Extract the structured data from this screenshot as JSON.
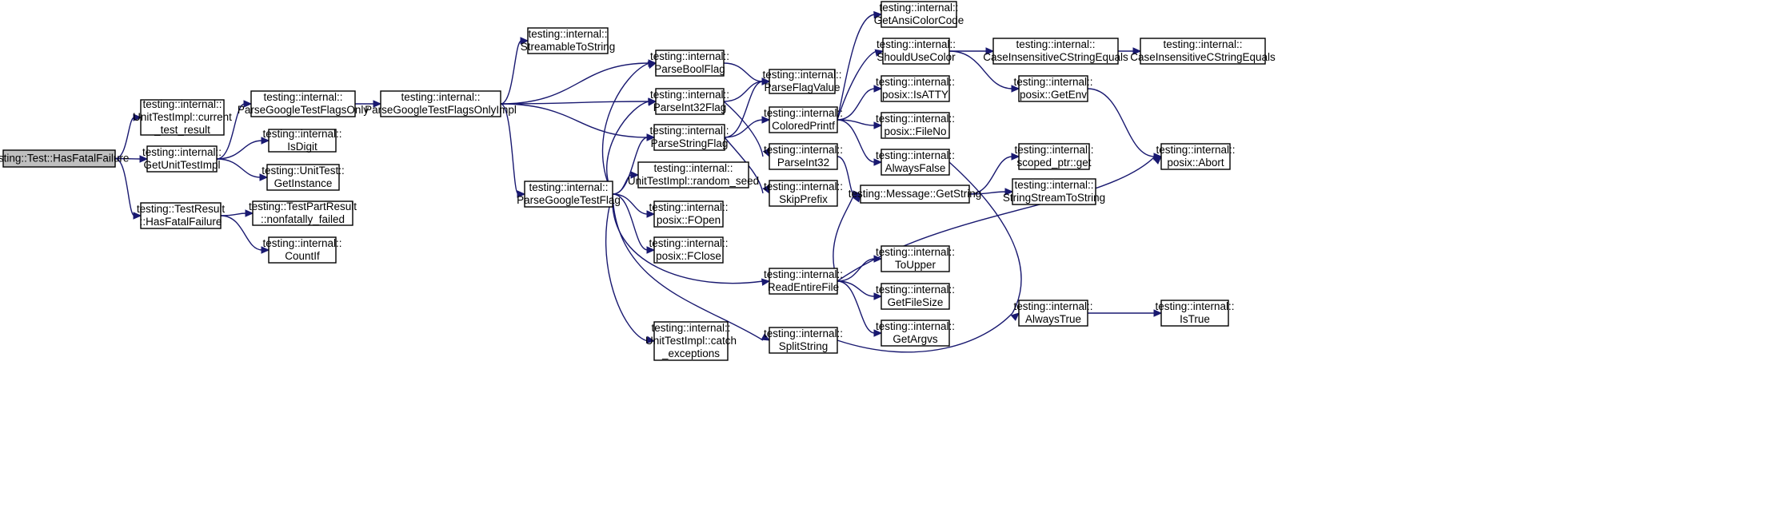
{
  "diagram": {
    "type": "call-graph",
    "colors": {
      "edge": "#191970",
      "root_fill": "#bfbfbf",
      "node_fill": "#ffffff",
      "node_border": "#000000"
    },
    "nodes": [
      {
        "id": "has_fatal_failure",
        "lines": [
          "testing::Test::HasFatalFailure"
        ],
        "root": true
      },
      {
        "id": "current_test_result",
        "lines": [
          "testing::internal::",
          "UnitTestImpl::current",
          "_test_result"
        ]
      },
      {
        "id": "get_unit_test_impl",
        "lines": [
          "testing::internal::",
          "GetUnitTestImpl"
        ]
      },
      {
        "id": "test_result_has_fatal",
        "lines": [
          "testing::TestResult",
          "::HasFatalFailure"
        ]
      },
      {
        "id": "parse_gtest_flags_only",
        "lines": [
          "testing::internal::",
          "ParseGoogleTestFlagsOnly"
        ]
      },
      {
        "id": "is_digit",
        "lines": [
          "testing::internal::",
          "IsDigit"
        ]
      },
      {
        "id": "unit_test_get_instance",
        "lines": [
          "testing::UnitTest::",
          "GetInstance"
        ]
      },
      {
        "id": "nonfatally_failed",
        "lines": [
          "testing::TestPartResult",
          "::nonfatally_failed"
        ]
      },
      {
        "id": "count_if",
        "lines": [
          "testing::internal::",
          "CountIf"
        ]
      },
      {
        "id": "parse_gtest_flags_only_impl",
        "lines": [
          "testing::internal::",
          "ParseGoogleTestFlagsOnlyImpl"
        ]
      },
      {
        "id": "streamable_to_string",
        "lines": [
          "testing::internal::",
          "StreamableToString"
        ]
      },
      {
        "id": "parse_gtest_flag",
        "lines": [
          "testing::internal::",
          "ParseGoogleTestFlag"
        ]
      },
      {
        "id": "parse_bool_flag",
        "lines": [
          "testing::internal::",
          "ParseBoolFlag"
        ]
      },
      {
        "id": "parse_int32_flag",
        "lines": [
          "testing::internal::",
          "ParseInt32Flag"
        ]
      },
      {
        "id": "parse_string_flag",
        "lines": [
          "testing::internal::",
          "ParseStringFlag"
        ]
      },
      {
        "id": "random_seed",
        "lines": [
          "testing::internal::",
          "UnitTestImpl::random_seed"
        ]
      },
      {
        "id": "fopen",
        "lines": [
          "testing::internal::",
          "posix::FOpen"
        ]
      },
      {
        "id": "fclose",
        "lines": [
          "testing::internal::",
          "posix::FClose"
        ]
      },
      {
        "id": "catch_exceptions",
        "lines": [
          "testing::internal::",
          "UnitTestImpl::catch",
          "_exceptions"
        ]
      },
      {
        "id": "parse_flag_value",
        "lines": [
          "testing::internal::",
          "ParseFlagValue"
        ]
      },
      {
        "id": "colored_printf",
        "lines": [
          "testing::internal::",
          "ColoredPrintf"
        ]
      },
      {
        "id": "parse_int32",
        "lines": [
          "testing::internal::",
          "ParseInt32"
        ]
      },
      {
        "id": "skip_prefix",
        "lines": [
          "testing::internal::",
          "SkipPrefix"
        ]
      },
      {
        "id": "read_entire_file",
        "lines": [
          "testing::internal::",
          "ReadEntireFile"
        ]
      },
      {
        "id": "split_string",
        "lines": [
          "testing::internal::",
          "SplitString"
        ]
      },
      {
        "id": "get_ansi_color_code",
        "lines": [
          "testing::internal::",
          "GetAnsiColorCode"
        ]
      },
      {
        "id": "should_use_color",
        "lines": [
          "testing::internal::",
          "ShouldUseColor"
        ]
      },
      {
        "id": "is_atty",
        "lines": [
          "testing::internal::",
          "posix::IsATTY"
        ]
      },
      {
        "id": "file_no",
        "lines": [
          "testing::internal::",
          "posix::FileNo"
        ]
      },
      {
        "id": "always_false",
        "lines": [
          "testing::internal::",
          "AlwaysFalse"
        ]
      },
      {
        "id": "message_get_string",
        "lines": [
          "testing::Message::GetString"
        ]
      },
      {
        "id": "to_upper",
        "lines": [
          "testing::internal::",
          "ToUpper"
        ]
      },
      {
        "id": "get_file_size",
        "lines": [
          "testing::internal::",
          "GetFileSize"
        ]
      },
      {
        "id": "get_argvs",
        "lines": [
          "testing::internal::",
          "GetArgvs"
        ]
      },
      {
        "id": "case_insensitive_eq_1",
        "lines": [
          "testing::internal::",
          "CaseInsensitiveCStringEquals"
        ]
      },
      {
        "id": "posix_get_env",
        "lines": [
          "testing::internal::",
          "posix::GetEnv"
        ]
      },
      {
        "id": "scoped_ptr_get",
        "lines": [
          "testing::internal::",
          "scoped_ptr::get"
        ]
      },
      {
        "id": "stream_to_string",
        "lines": [
          "testing::internal::",
          "StringStreamToString"
        ]
      },
      {
        "id": "always_true",
        "lines": [
          "testing::internal::",
          "AlwaysTrue"
        ]
      },
      {
        "id": "case_insensitive_eq_2",
        "lines": [
          "testing::internal::",
          "CaseInsensitiveCStringEquals"
        ]
      },
      {
        "id": "posix_abort",
        "lines": [
          "testing::internal::",
          "posix::Abort"
        ]
      },
      {
        "id": "is_true",
        "lines": [
          "testing::internal::",
          "IsTrue"
        ]
      }
    ],
    "edges": [
      [
        "has_fatal_failure",
        "current_test_result"
      ],
      [
        "has_fatal_failure",
        "get_unit_test_impl"
      ],
      [
        "has_fatal_failure",
        "test_result_has_fatal"
      ],
      [
        "get_unit_test_impl",
        "parse_gtest_flags_only"
      ],
      [
        "get_unit_test_impl",
        "is_digit"
      ],
      [
        "get_unit_test_impl",
        "unit_test_get_instance"
      ],
      [
        "test_result_has_fatal",
        "nonfatally_failed"
      ],
      [
        "test_result_has_fatal",
        "count_if"
      ],
      [
        "parse_gtest_flags_only",
        "parse_gtest_flags_only_impl"
      ],
      [
        "parse_gtest_flags_only_impl",
        "streamable_to_string"
      ],
      [
        "parse_gtest_flags_only_impl",
        "parse_bool_flag"
      ],
      [
        "parse_gtest_flags_only_impl",
        "parse_int32_flag"
      ],
      [
        "parse_gtest_flags_only_impl",
        "parse_string_flag"
      ],
      [
        "parse_gtest_flags_only_impl",
        "parse_gtest_flag"
      ],
      [
        "parse_gtest_flag",
        "parse_bool_flag"
      ],
      [
        "parse_gtest_flag",
        "parse_int32_flag"
      ],
      [
        "parse_gtest_flag",
        "parse_string_flag"
      ],
      [
        "parse_gtest_flag",
        "random_seed"
      ],
      [
        "parse_gtest_flag",
        "fopen"
      ],
      [
        "parse_gtest_flag",
        "fclose"
      ],
      [
        "parse_gtest_flag",
        "read_entire_file"
      ],
      [
        "parse_gtest_flag",
        "split_string"
      ],
      [
        "parse_gtest_flag",
        "catch_exceptions"
      ],
      [
        "parse_bool_flag",
        "parse_flag_value"
      ],
      [
        "parse_int32_flag",
        "parse_flag_value"
      ],
      [
        "parse_int32_flag",
        "parse_int32"
      ],
      [
        "parse_string_flag",
        "parse_flag_value"
      ],
      [
        "parse_string_flag",
        "colored_printf"
      ],
      [
        "parse_string_flag",
        "skip_prefix"
      ],
      [
        "colored_printf",
        "get_ansi_color_code"
      ],
      [
        "colored_printf",
        "should_use_color"
      ],
      [
        "colored_printf",
        "is_atty"
      ],
      [
        "colored_printf",
        "file_no"
      ],
      [
        "colored_printf",
        "always_false"
      ],
      [
        "parse_int32",
        "message_get_string"
      ],
      [
        "read_entire_file",
        "message_get_string"
      ],
      [
        "read_entire_file",
        "to_upper"
      ],
      [
        "read_entire_file",
        "get_file_size"
      ],
      [
        "read_entire_file",
        "get_argvs"
      ],
      [
        "read_entire_file",
        "posix_abort"
      ],
      [
        "split_string",
        "always_true"
      ],
      [
        "should_use_color",
        "case_insensitive_eq_1"
      ],
      [
        "should_use_color",
        "posix_get_env"
      ],
      [
        "case_insensitive_eq_1",
        "case_insensitive_eq_2"
      ],
      [
        "posix_get_env",
        "posix_abort"
      ],
      [
        "message_get_string",
        "scoped_ptr_get"
      ],
      [
        "message_get_string",
        "stream_to_string"
      ],
      [
        "always_false",
        "always_true"
      ],
      [
        "always_true",
        "is_true"
      ]
    ]
  }
}
